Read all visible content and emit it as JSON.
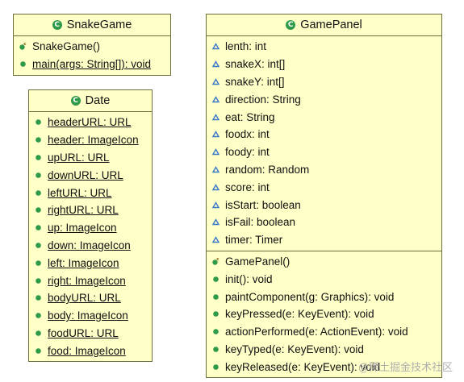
{
  "classes": {
    "snake_game": {
      "name": "SnakeGame",
      "operations": [
        {
          "text": "SnakeGame()",
          "vis": "ctor",
          "static": false
        },
        {
          "text": "main(args: String[]): void",
          "vis": "public",
          "static": true
        }
      ]
    },
    "date": {
      "name": "Date",
      "attributes": [
        {
          "text": "headerURL: URL",
          "vis": "public",
          "static": true
        },
        {
          "text": "header: ImageIcon",
          "vis": "public",
          "static": true
        },
        {
          "text": "upURL: URL",
          "vis": "public",
          "static": true
        },
        {
          "text": "downURL: URL",
          "vis": "public",
          "static": true
        },
        {
          "text": "leftURL: URL",
          "vis": "public",
          "static": true
        },
        {
          "text": "rightURL: URL",
          "vis": "public",
          "static": true
        },
        {
          "text": "up: ImageIcon",
          "vis": "public",
          "static": true
        },
        {
          "text": "down: ImageIcon",
          "vis": "public",
          "static": true
        },
        {
          "text": "left: ImageIcon",
          "vis": "public",
          "static": true
        },
        {
          "text": "right: ImageIcon",
          "vis": "public",
          "static": true
        },
        {
          "text": "bodyURL: URL",
          "vis": "public",
          "static": true
        },
        {
          "text": "body: ImageIcon",
          "vis": "public",
          "static": true
        },
        {
          "text": "foodURL: URL",
          "vis": "public",
          "static": true
        },
        {
          "text": "food: ImageIcon",
          "vis": "public",
          "static": true
        }
      ]
    },
    "game_panel": {
      "name": "GamePanel",
      "attributes": [
        {
          "text": "lenth: int",
          "vis": "package",
          "static": false
        },
        {
          "text": "snakeX: int[]",
          "vis": "package",
          "static": false
        },
        {
          "text": "snakeY: int[]",
          "vis": "package",
          "static": false
        },
        {
          "text": "direction: String",
          "vis": "package",
          "static": false
        },
        {
          "text": "eat: String",
          "vis": "package",
          "static": false
        },
        {
          "text": "foodx: int",
          "vis": "package",
          "static": false
        },
        {
          "text": "foody: int",
          "vis": "package",
          "static": false
        },
        {
          "text": "random: Random",
          "vis": "package",
          "static": false
        },
        {
          "text": "score: int",
          "vis": "package",
          "static": false
        },
        {
          "text": "isStart: boolean",
          "vis": "package",
          "static": false
        },
        {
          "text": "isFail: boolean",
          "vis": "package",
          "static": false
        },
        {
          "text": "timer: Timer",
          "vis": "package",
          "static": false
        }
      ],
      "operations": [
        {
          "text": "GamePanel()",
          "vis": "ctor",
          "static": false
        },
        {
          "text": "init(): void",
          "vis": "public",
          "static": false
        },
        {
          "text": "paintComponent(g: Graphics): void",
          "vis": "public",
          "static": false
        },
        {
          "text": "keyPressed(e: KeyEvent): void",
          "vis": "public",
          "static": false
        },
        {
          "text": "actionPerformed(e: ActionEvent): void",
          "vis": "public",
          "static": false
        },
        {
          "text": "keyTyped(e: KeyEvent): void",
          "vis": "public",
          "static": false
        },
        {
          "text": "keyReleased(e: KeyEvent): void",
          "vis": "public",
          "static": false
        }
      ]
    }
  },
  "class_icon_letter": "C",
  "watermark": "@稀土掘金技术社区",
  "colors": {
    "box_fill": "#ffffc8",
    "public_green": "#2e9a4a",
    "package_blue": "#3a78c8"
  }
}
